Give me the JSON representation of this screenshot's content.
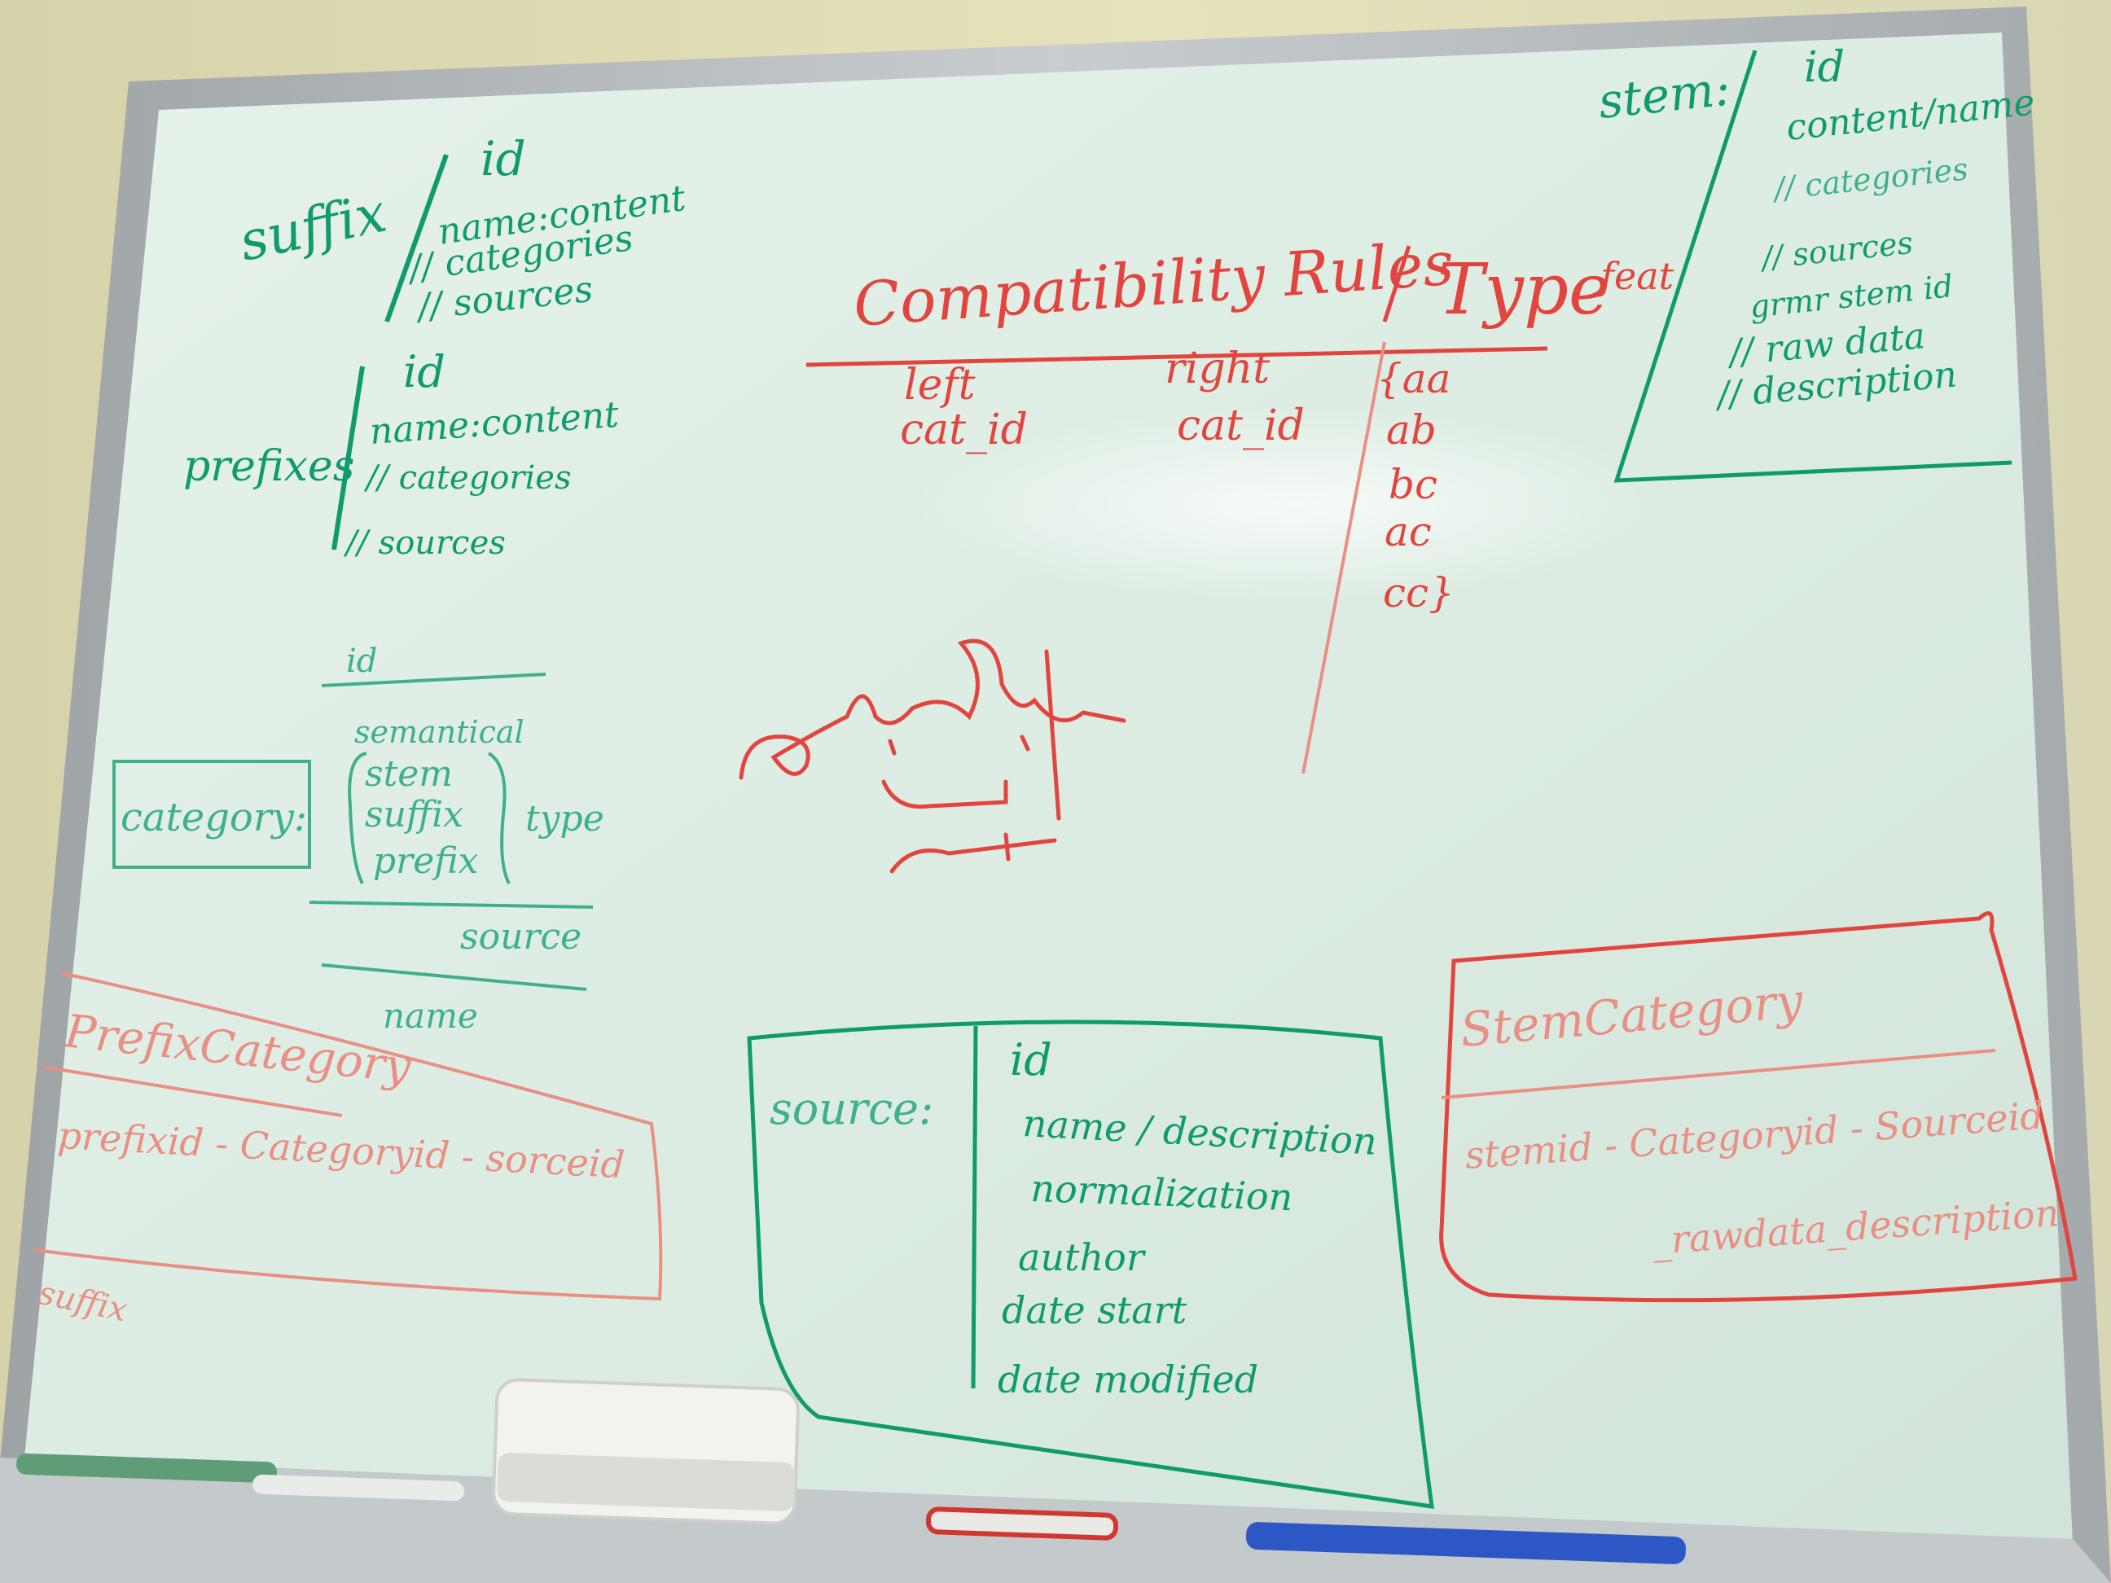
{
  "whiteboard": {
    "suffix": {
      "label": "suffix",
      "fields": [
        "id",
        "name:content",
        "// categories",
        "// sources"
      ]
    },
    "prefixes": {
      "label": "prefixes",
      "fields": [
        "id",
        "name:content",
        "// categories",
        "// sources"
      ]
    },
    "category": {
      "label": "category:",
      "top_field": "id",
      "semantic": "semantical",
      "types": [
        "stem",
        "suffix",
        "prefix"
      ],
      "type_label": "type",
      "source": "source",
      "name": "name"
    },
    "compatibility": {
      "title": "Compatibility Rules",
      "type_label": "Type",
      "type_suffix": "feat",
      "left_header": [
        "left",
        "cat_id"
      ],
      "right_header": [
        "right",
        "cat_id"
      ],
      "pairs": [
        "{aa",
        "ab",
        "bc",
        "ac",
        "cc}"
      ]
    },
    "stem": {
      "label": "stem:",
      "fields": [
        "id",
        "content/name",
        "// categories",
        "// sources",
        "grmr stem id",
        "// raw data",
        "// description"
      ]
    },
    "prefix_category": {
      "title": "PrefixCategory",
      "row": "prefixid - Categoryid - sorceid"
    },
    "suffix_note": "suffix",
    "source_box": {
      "label": "source:",
      "fields": [
        "id",
        "name / description",
        "normalization",
        "author",
        "date start",
        "date modified"
      ]
    },
    "stem_category": {
      "title": "StemCategory",
      "row1": "stemid - Categoryid - Sourceid",
      "row2": "_rawdata_description"
    }
  },
  "colors": {
    "green_ink": "#0f9b6a",
    "red_ink": "#e2453f",
    "board": "#dfeee4",
    "frame": "#b9bdbf"
  }
}
